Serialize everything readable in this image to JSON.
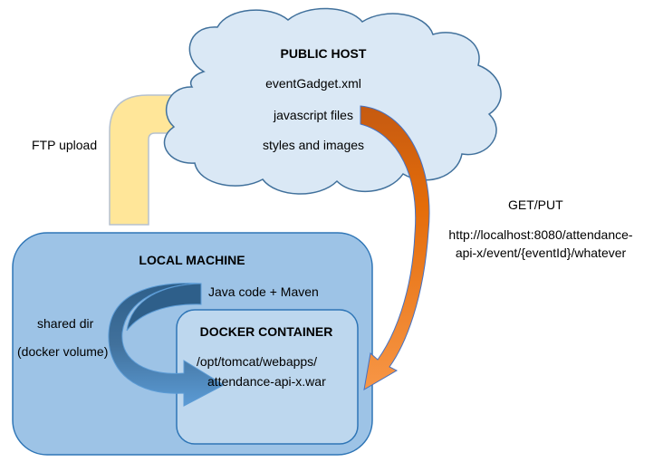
{
  "cloud": {
    "title": "PUBLIC HOST",
    "items": [
      "eventGadget.xml",
      "javascript files",
      "styles and images"
    ]
  },
  "ftp": {
    "label": "FTP upload"
  },
  "request": {
    "method": "GET/PUT",
    "url_line1": "http://localhost:8080/attendance-",
    "url_line2": "api-x/event/{eventId}/whatever"
  },
  "local": {
    "title": "LOCAL MACHINE",
    "source": "Java code + Maven",
    "shared_line1": "shared dir",
    "shared_line2": "(docker volume)"
  },
  "docker": {
    "title": "DOCKER CONTAINER",
    "path_line1": "/opt/tomcat/webapps/",
    "path_line2": "attendance-api-x.war"
  },
  "colors": {
    "cloud_fill": "#dae8f5",
    "cloud_stroke": "#41719c",
    "local_fill": "#9dc3e6",
    "docker_fill": "#bdd7ee",
    "box_stroke": "#2e75b6",
    "ftp_arrow": "#ffe699",
    "orange_top": "#c55a11",
    "orange_bottom": "#f4b183",
    "blue_arrow": "#5b9bd5"
  }
}
